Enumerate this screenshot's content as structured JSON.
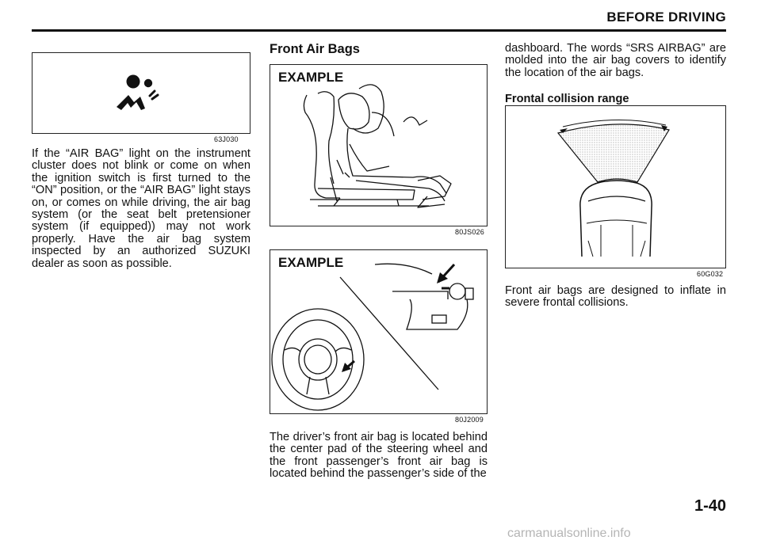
{
  "header": {
    "title": "BEFORE DRIVING"
  },
  "left_column": {
    "figure_code": "63J030",
    "paragraph": "If the “AIR BAG” light on the instrument cluster does not blink or come on when the ignition switch is first turned to the “ON” position, or the “AIR BAG” light stays on, or comes on while driving, the air bag system (or the seat belt pretensioner system (if equipped)) may not work properly. Have the air bag system inspected by an autho­rized SUZUKI dealer as soon as possible."
  },
  "middle_column": {
    "heading": "Front Air Bags",
    "figure1": {
      "label": "EXAMPLE",
      "code": "80JS026"
    },
    "figure2": {
      "label": "EXAMPLE",
      "code": "80J2009"
    },
    "paragraph": "The driver’s front air bag is located behind the center pad of the steering wheel and the front passenger’s front air bag is located behind the passenger’s side of the"
  },
  "right_column": {
    "paragraph_top": "dashboard. The words “SRS AIRBAG” are molded into the air bag covers to identify the location of the air bags.",
    "subheading": "Frontal collision range",
    "figure_code": "60G032",
    "paragraph_bottom": "Front air bags are designed to inflate in severe frontal collisions."
  },
  "footer": {
    "page_number": "1-40",
    "watermark": "carmanualsonline.info"
  }
}
